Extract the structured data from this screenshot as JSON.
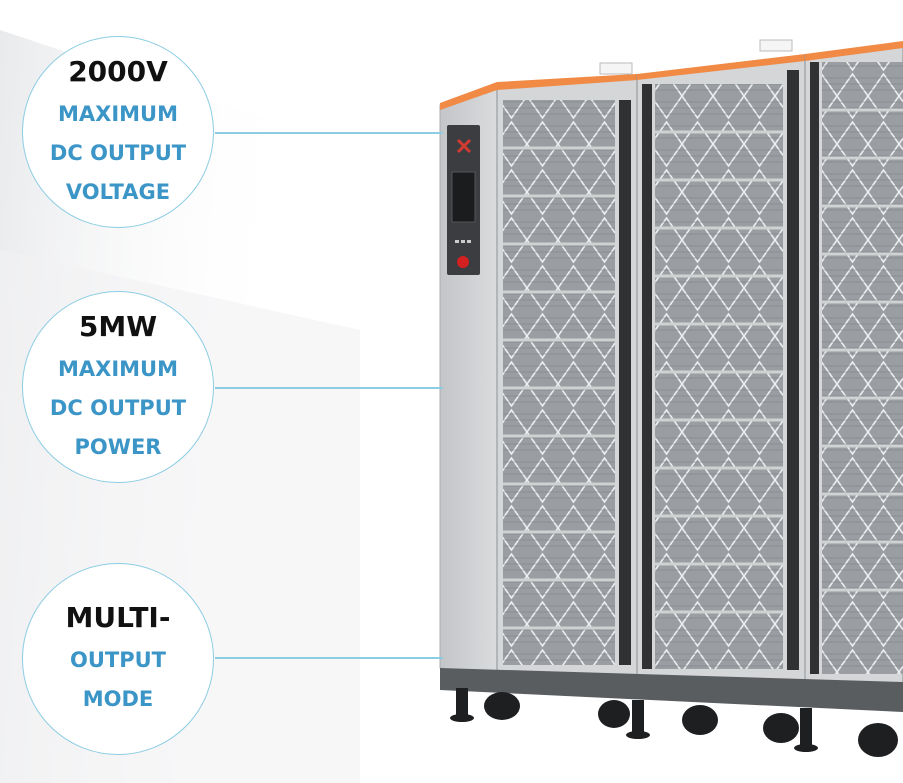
{
  "features": [
    {
      "headline": "2000V",
      "lines": [
        "MAXIMUM",
        "DC OUTPUT",
        "VOLTAGE"
      ]
    },
    {
      "headline": "5MW",
      "lines": [
        "MAXIMUM",
        "DC OUTPUT",
        "POWER"
      ]
    },
    {
      "headline": "MULTI-",
      "lines": [
        "OUTPUT",
        "MODE"
      ]
    }
  ],
  "colors": {
    "accent_blue": "#3b95c7",
    "circle_border": "#8ccde3",
    "cabinet_stripe": "#f08a45",
    "cabinet_body": "#d4d6d8",
    "emergency_stop": "#d32020"
  },
  "icons": [
    "brand-logo-icon",
    "emergency-stop-icon",
    "grille-vent-icon",
    "caster-wheel-icon"
  ]
}
